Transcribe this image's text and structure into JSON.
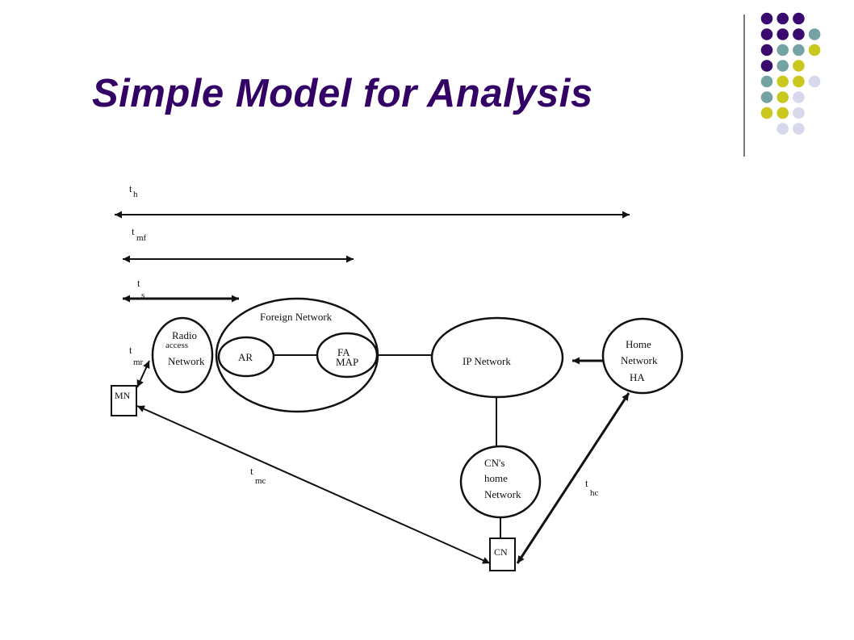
{
  "title": "Simple Model for Analysis",
  "colors": {
    "title": "#330066",
    "dot_purple": "#3a0a6e",
    "dot_teal": "#75a3a3",
    "dot_yellow": "#c8c81e",
    "dot_lavender": "#d8d8ec",
    "line": "#111111"
  },
  "dot_grid": [
    [
      "purple",
      "purple",
      "purple",
      ""
    ],
    [
      "purple",
      "purple",
      "purple",
      "teal"
    ],
    [
      "purple",
      "teal",
      "teal",
      "yellow"
    ],
    [
      "purple",
      "teal",
      "yellow",
      ""
    ],
    [
      "teal",
      "yellow",
      "yellow",
      "lavender"
    ],
    [
      "teal",
      "yellow",
      "lavender",
      ""
    ],
    [
      "yellow",
      "yellow",
      "lavender",
      ""
    ],
    [
      "",
      "lavender",
      "lavender",
      ""
    ]
  ],
  "diagram": {
    "timing": {
      "th": {
        "t": "t",
        "sub": "h"
      },
      "tmf": {
        "t": "t",
        "sub": "mf"
      },
      "ts": {
        "t": "t",
        "sub": "s"
      },
      "tmr": {
        "t": "t",
        "sub": "mr"
      },
      "tmc": {
        "t": "t",
        "sub": "mc"
      },
      "thc": {
        "t": "t",
        "sub": "hc"
      }
    },
    "nodes": {
      "radio_line1": "Radio",
      "radio_line2": "access",
      "radio_line3": "Network",
      "foreign": "Foreign Network",
      "ar": "AR",
      "fa": "FA",
      "map": "MAP",
      "ip": "IP Network",
      "home1": "Home",
      "home2": "Network",
      "home3": "HA",
      "cnhome1": "CN's",
      "cnhome2": "home",
      "cnhome3": "Network",
      "mn": "MN",
      "cn": "CN"
    }
  }
}
